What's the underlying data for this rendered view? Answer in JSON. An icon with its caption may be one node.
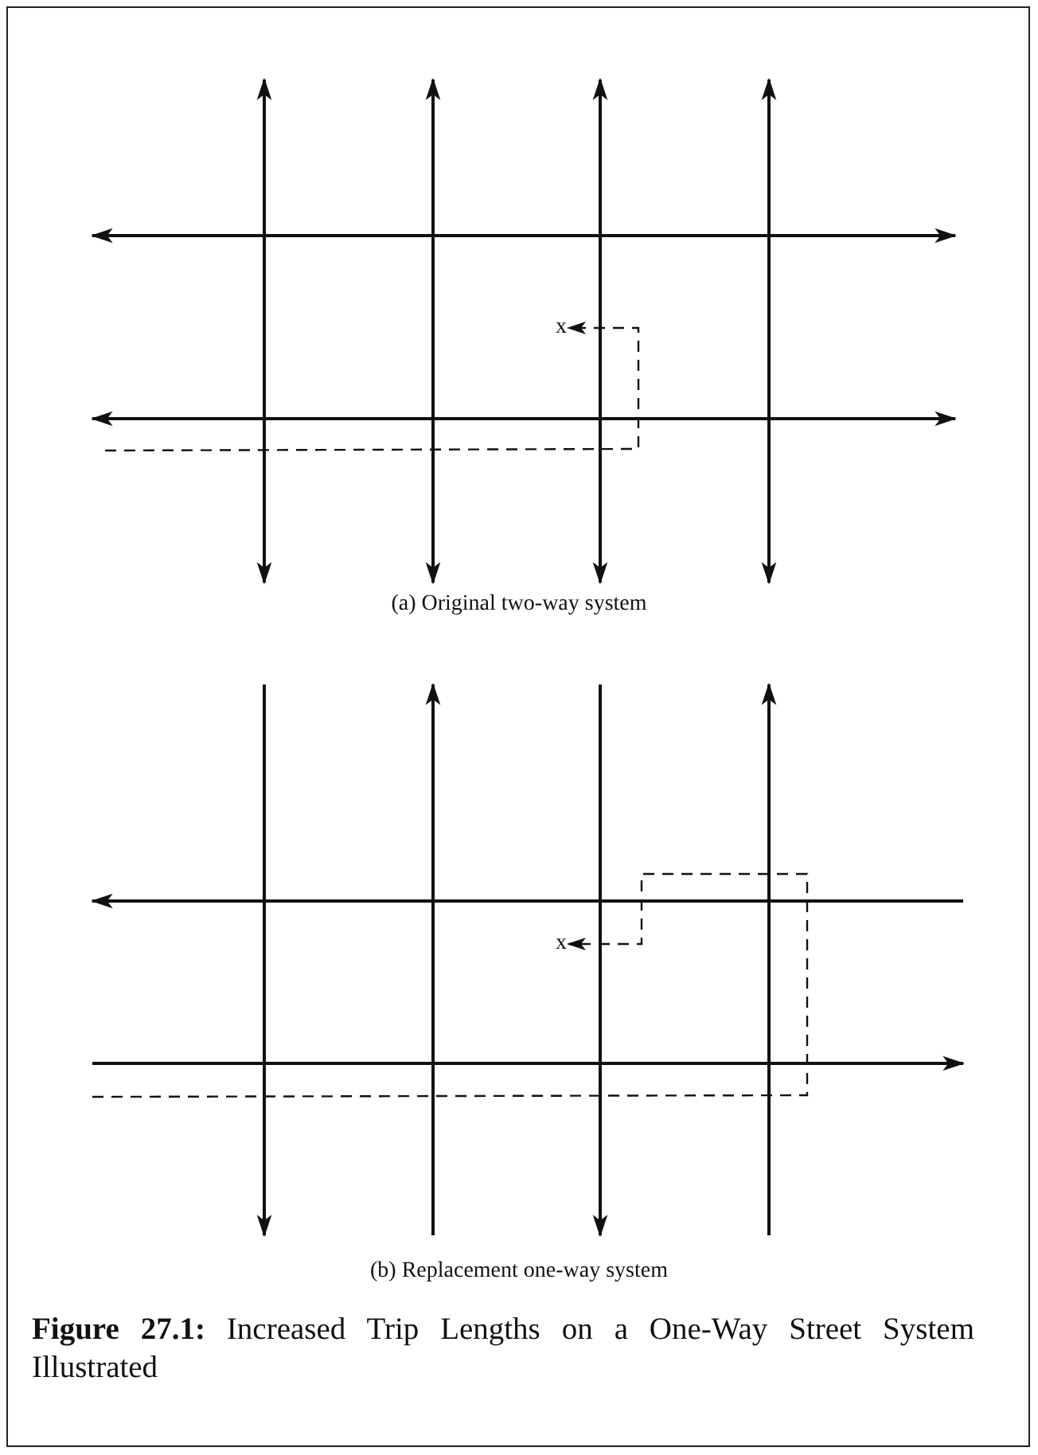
{
  "diagram": {
    "caption": "**Figure 27.1:** Increased Trip Lengths on a One-Way Street System Illustrated",
    "nodes": [
      {
        "text": [
          "x"
        ]
      },
      {
        "text": [
          "x"
        ]
      }
    ],
    "edges": [
      {
        "from": null,
        "to": 0,
        "arrow": "to",
        "style": "dashed"
      },
      {
        "from": null,
        "to": 1,
        "arrow": "to",
        "style": "dashed"
      }
    ],
    "labels": [
      "(a) Original two-way system",
      "(b) Replacement one-way system"
    ]
  }
}
